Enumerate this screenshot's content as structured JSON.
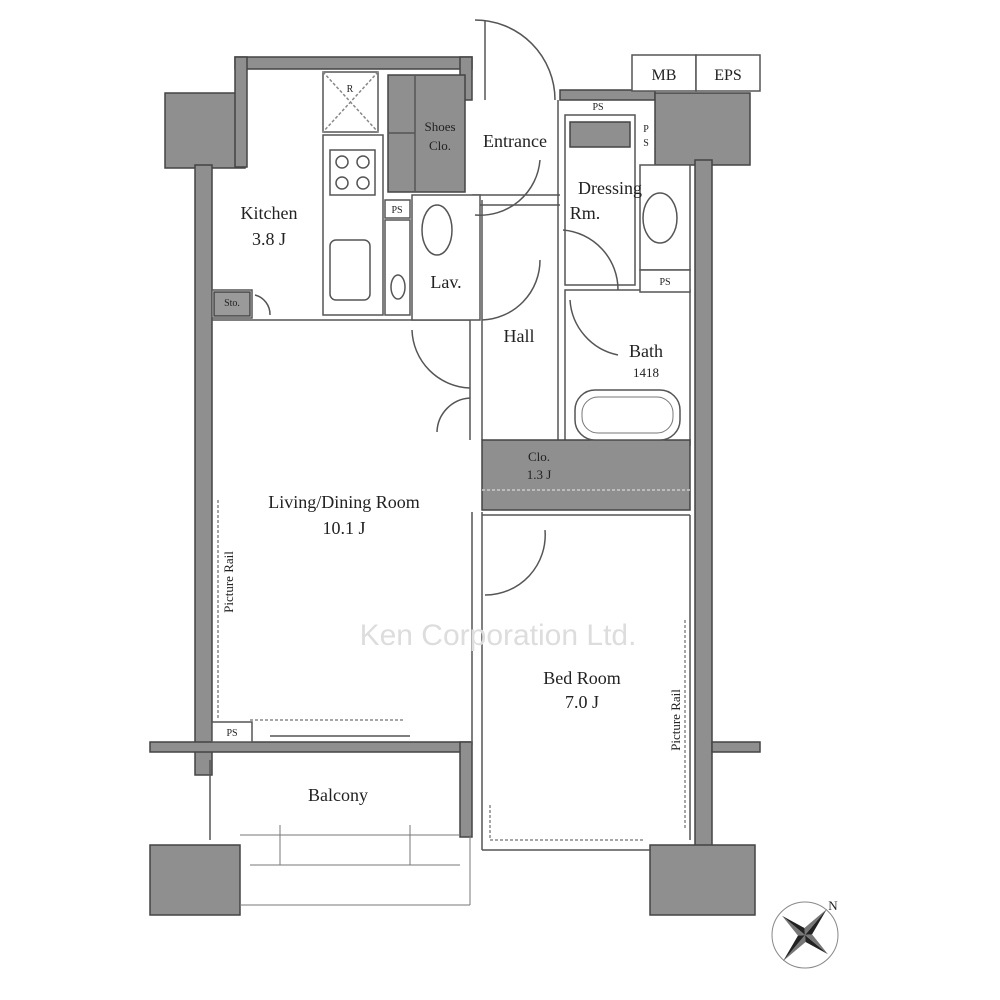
{
  "rooms": {
    "kitchen": {
      "name": "Kitchen",
      "size": "3.8 J"
    },
    "living": {
      "name": "Living/Dining Room",
      "size": "10.1 J"
    },
    "bedroom": {
      "name": "Bed Room",
      "size": "7.0 J"
    },
    "closet": {
      "name": "Clo.",
      "size": "1.3 J"
    },
    "bath": {
      "name": "Bath",
      "size": "1418"
    },
    "shoes": {
      "line1": "Shoes",
      "line2": "Clo."
    },
    "entrance": "Entrance",
    "dressing": {
      "line1": "Dressing",
      "line2": "Rm."
    },
    "lav": "Lav.",
    "hall": "Hall",
    "balcony": "Balcony",
    "storage": "Sto.",
    "mb": "MB",
    "eps": "EPS",
    "fridge": "R"
  },
  "labels": {
    "ps": "PS",
    "ps_vertical": [
      "P",
      "S"
    ],
    "picture_rail": "Picture Rail"
  },
  "watermark": "Ken Corporation Ltd.",
  "compass": {
    "north": "N"
  },
  "colors": {
    "wall": "#8f8f8f",
    "line": "#555555"
  }
}
